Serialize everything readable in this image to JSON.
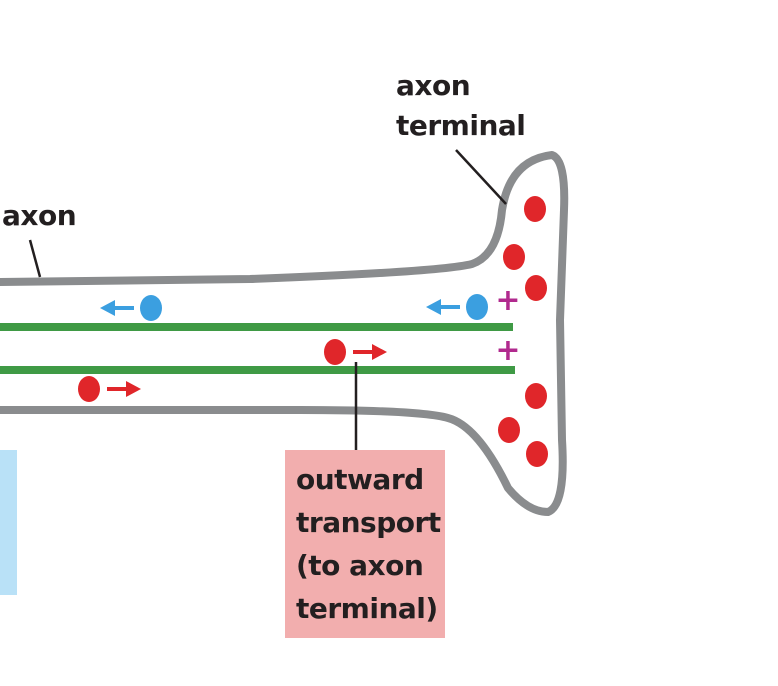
{
  "labels": {
    "axon_terminal": [
      "axon",
      "terminal"
    ],
    "axon": "axon",
    "outward_transport": [
      "outward",
      "transport",
      "(to axon",
      "terminal)"
    ]
  },
  "charges": [
    "+",
    "+"
  ],
  "colors": {
    "membrane": "#8a8c8e",
    "microtubule": "#3f9a45",
    "outward_vesicle": "#e0262a",
    "inward_vesicle": "#3b9fe0",
    "charge": "#b12a8e",
    "outward_box": "#f2aeae",
    "inward_box": "#b9e1f7",
    "leader_line": "#231f20"
  },
  "icons": {
    "outward_arrow": "arrow-right-icon",
    "inward_arrow": "arrow-left-icon"
  }
}
